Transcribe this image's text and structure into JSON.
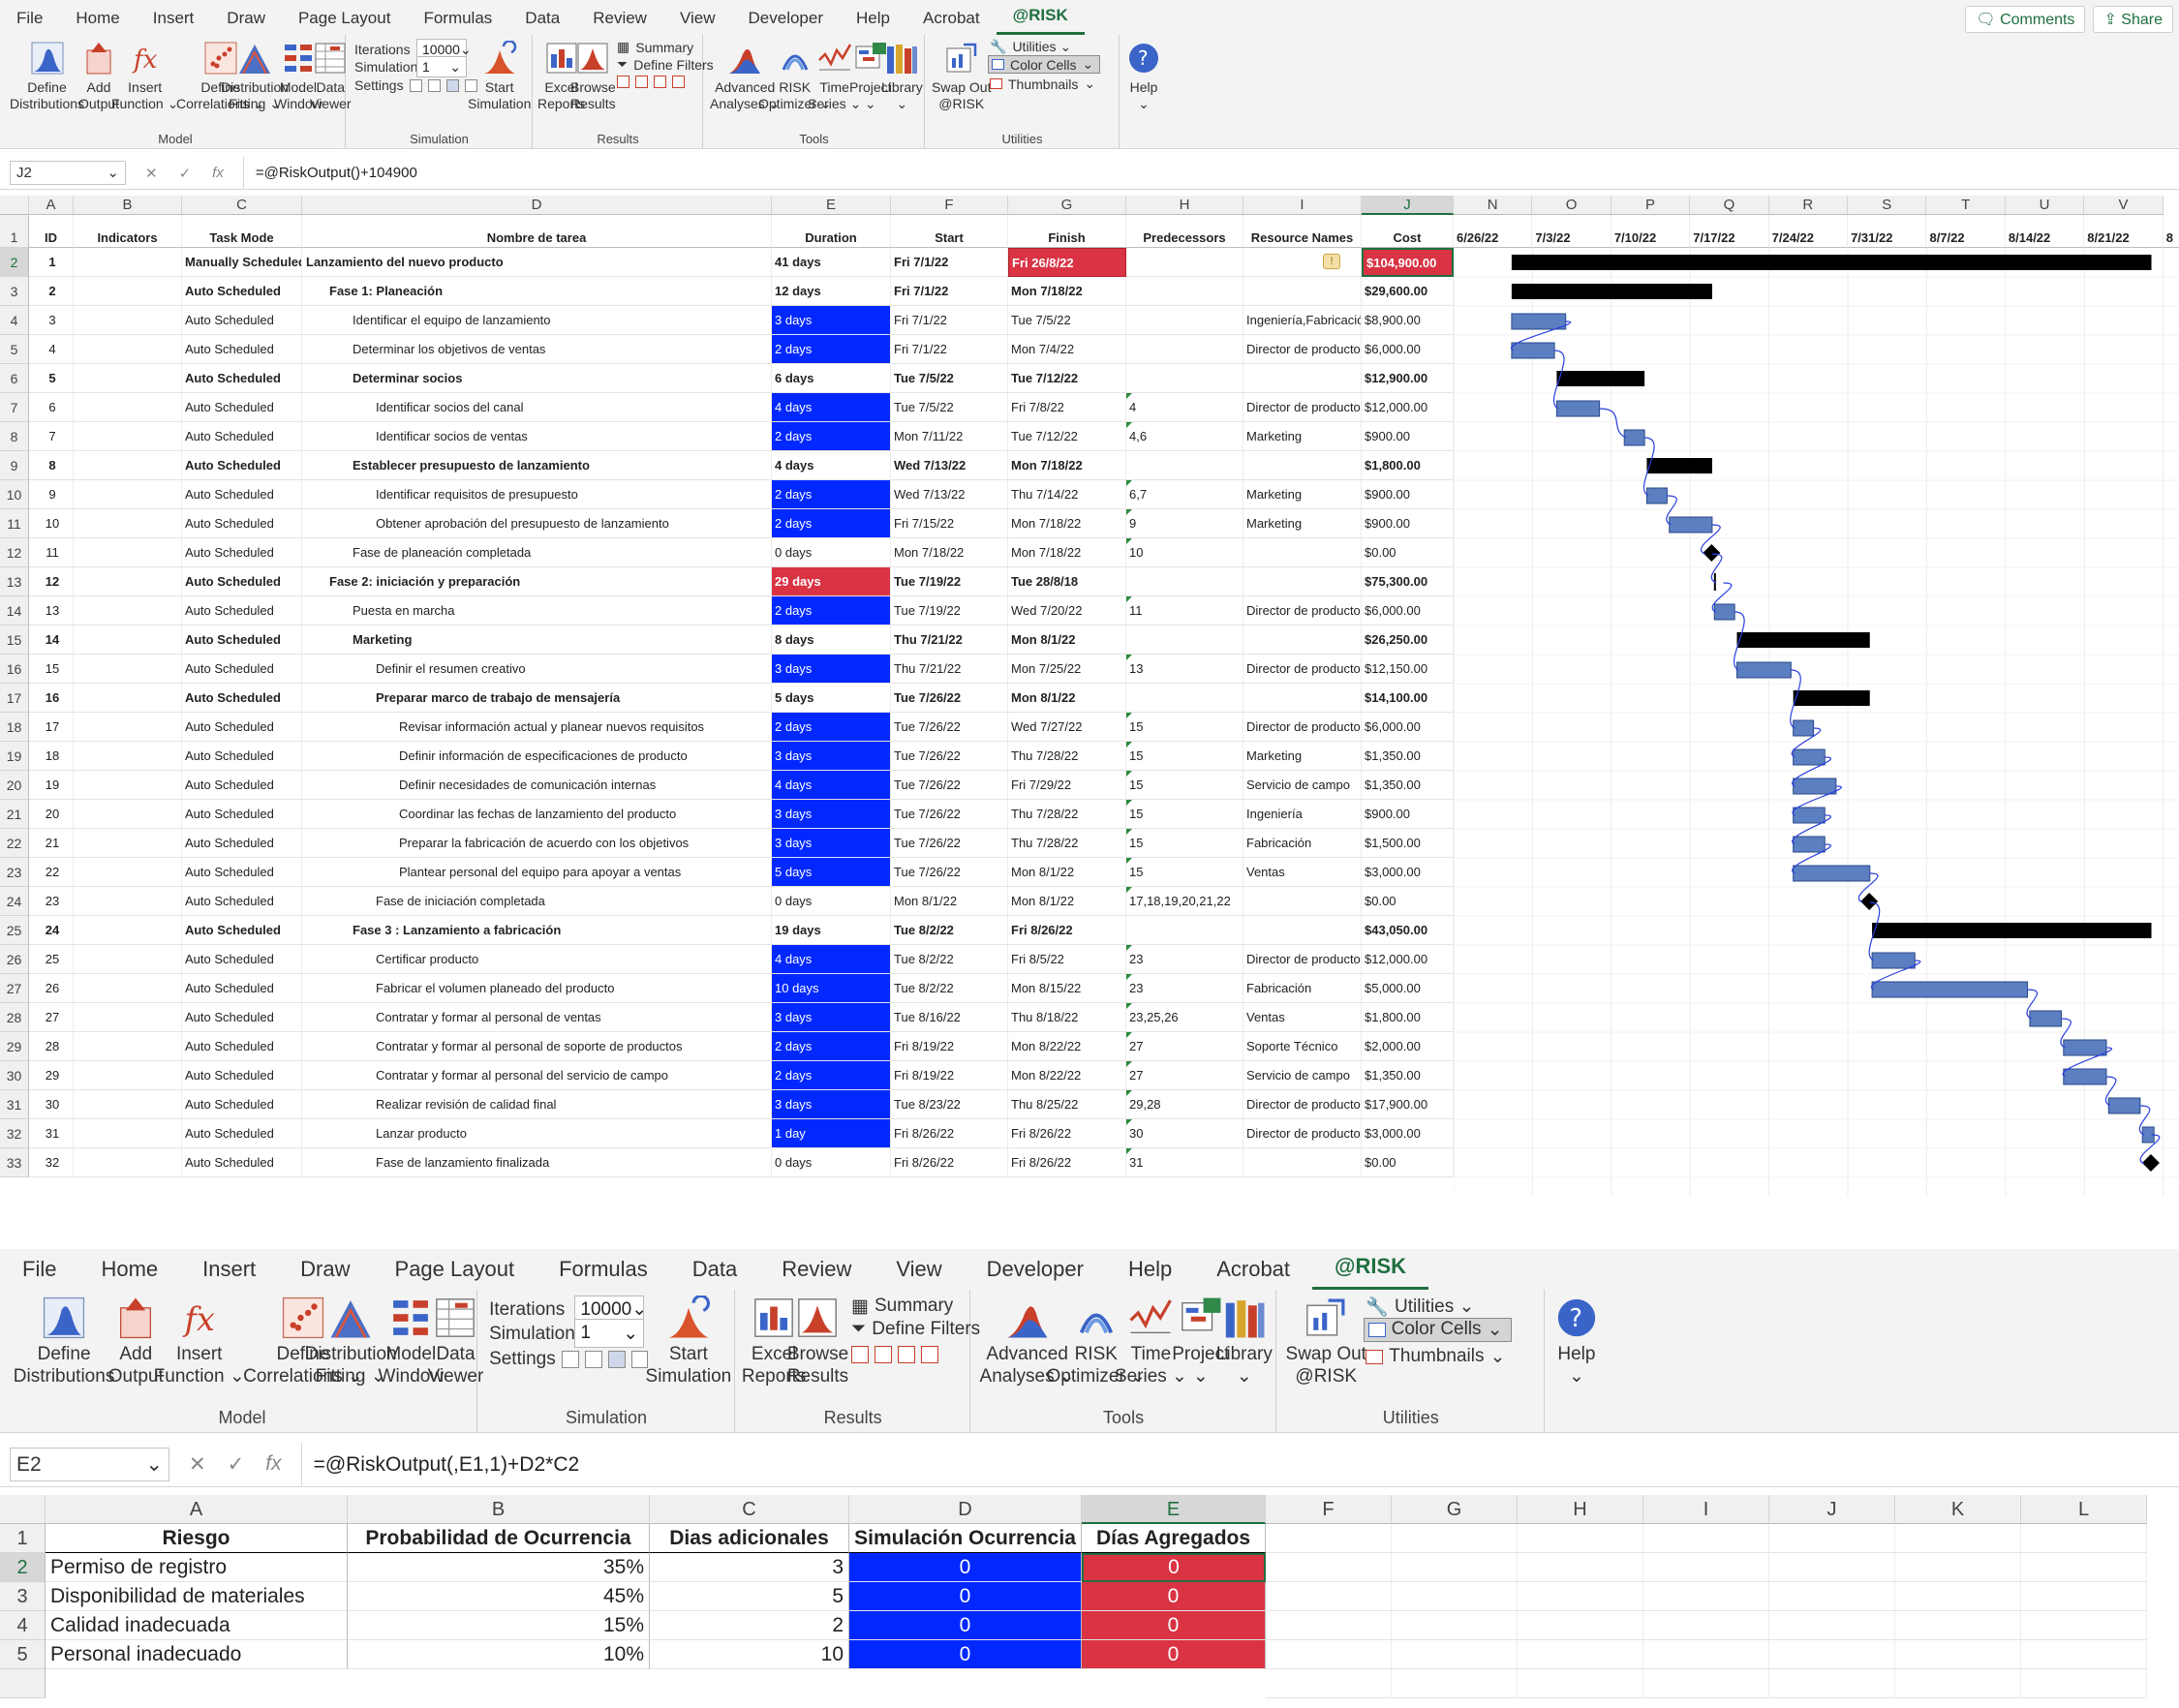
{
  "menu_tabs": [
    "File",
    "Home",
    "Insert",
    "Draw",
    "Page Layout",
    "Formulas",
    "Data",
    "Review",
    "View",
    "Developer",
    "Help",
    "Acrobat",
    "@RISK"
  ],
  "active_tab": "@RISK",
  "top_buttons": {
    "comments": "Comments",
    "share": "Share"
  },
  "ribbon": {
    "model": {
      "label": "Model",
      "define_distributions": [
        "Define",
        "Distributions"
      ],
      "add_output": [
        "Add",
        "Output"
      ],
      "insert_function": [
        "Insert",
        "Function ⌄"
      ],
      "define_correlations": [
        "Define",
        "Correlations ⌄"
      ],
      "distribution_fitting": [
        "Distribution",
        "Fitting ⌄"
      ],
      "model_window": [
        "Model",
        "Window"
      ],
      "data_viewer": [
        "Data",
        "Viewer"
      ]
    },
    "simulation": {
      "label": "Simulation",
      "iterations_label": "Iterations",
      "iterations_value": "10000",
      "simulations_label": "Simulations",
      "simulations_value": "1",
      "settings_label": "Settings",
      "start_simulation": [
        "Start",
        "Simulation"
      ]
    },
    "results": {
      "label": "Results",
      "excel_reports": [
        "Excel",
        "Reports"
      ],
      "browse_results": [
        "Browse",
        "Results"
      ],
      "summary": "Summary",
      "define_filters": "Define Filters"
    },
    "tools": {
      "label": "Tools",
      "advanced_analyses": [
        "Advanced",
        "Analyses ⌄"
      ],
      "risk_optimizer": [
        "RISK",
        "Optimizer ⌄"
      ],
      "time_series": [
        "Time",
        "Series ⌄"
      ],
      "project": [
        "Project",
        "⌄"
      ],
      "library": [
        "Library",
        "⌄"
      ]
    },
    "utilities": {
      "label": "Utilities",
      "swap_out": [
        "Swap Out",
        "@RISK"
      ],
      "utilities": "Utilities ⌄",
      "color_cells": "Color Cells",
      "thumbnails": "Thumbnails"
    },
    "help": {
      "label": [
        "Help",
        "⌄"
      ]
    },
    "colors": {
      "accent": "#1f6f3f",
      "blue": "#0028ff",
      "red": "#d93344"
    }
  },
  "sheet1": {
    "name_box": "J2",
    "formula": "=@RiskOutput()+104900",
    "column_letters": [
      "A",
      "B",
      "C",
      "D",
      "E",
      "F",
      "G",
      "H",
      "I",
      "J",
      "N",
      "O",
      "P",
      "Q",
      "R",
      "S",
      "T",
      "U",
      "V"
    ],
    "headers": [
      "ID",
      "Indicators",
      "Task Mode",
      "Nombre de tarea",
      "Duration",
      "Start",
      "Finish",
      "Predecessors",
      "Resource Names",
      "Cost"
    ],
    "gantt_dates": [
      "6/26/22",
      "7/3/22",
      "7/10/22",
      "7/17/22",
      "7/24/22",
      "7/31/22",
      "8/7/22",
      "8/14/22",
      "8/21/22",
      "8"
    ],
    "rows": [
      {
        "id": "1",
        "mode": "Manually Scheduled",
        "name": "Lanzamiento del nuevo producto",
        "indent": 0,
        "bold": true,
        "dur": "41 days",
        "start": "Fri 7/1/22",
        "finish": "Fri 26/8/22",
        "pred": "",
        "res": "",
        "cost": "$104,900.00",
        "dur_color": "",
        "finish_red": true,
        "cost_red": true
      },
      {
        "id": "2",
        "mode": "Auto Scheduled",
        "name": "Fase 1: Planeación",
        "indent": 1,
        "bold": true,
        "dur": "12 days",
        "start": "Fri 7/1/22",
        "finish": "Mon 7/18/22",
        "pred": "",
        "res": "",
        "cost": "$29,600.00",
        "dur_color": ""
      },
      {
        "id": "3",
        "mode": "Auto Scheduled",
        "name": "Identificar el equipo de lanzamiento",
        "indent": 2,
        "bold": false,
        "dur": "3 days",
        "start": "Fri 7/1/22",
        "finish": "Tue 7/5/22",
        "pred": "",
        "res": "Ingeniería,Fabricación",
        "cost": "$8,900.00",
        "dur_color": "blue"
      },
      {
        "id": "4",
        "mode": "Auto Scheduled",
        "name": "Determinar los objetivos de ventas",
        "indent": 2,
        "bold": false,
        "dur": "2 days",
        "start": "Fri 7/1/22",
        "finish": "Mon 7/4/22",
        "pred": "",
        "res": "Director de producto",
        "cost": "$6,000.00",
        "dur_color": "blue"
      },
      {
        "id": "5",
        "mode": "Auto Scheduled",
        "name": "Determinar socios",
        "indent": 2,
        "bold": true,
        "dur": "6 days",
        "start": "Tue 7/5/22",
        "finish": "Tue 7/12/22",
        "pred": "",
        "res": "",
        "cost": "$12,900.00",
        "dur_color": ""
      },
      {
        "id": "6",
        "mode": "Auto Scheduled",
        "name": "Identificar socios del canal",
        "indent": 3,
        "bold": false,
        "dur": "4 days",
        "start": "Tue 7/5/22",
        "finish": "Fri 7/8/22",
        "pred": "4",
        "res": "Director de producto",
        "cost": "$12,000.00",
        "dur_color": "blue"
      },
      {
        "id": "7",
        "mode": "Auto Scheduled",
        "name": "Identificar socios de ventas",
        "indent": 3,
        "bold": false,
        "dur": "2 days",
        "start": "Mon 7/11/22",
        "finish": "Tue 7/12/22",
        "pred": "4,6",
        "res": "Marketing",
        "cost": "$900.00",
        "dur_color": "blue"
      },
      {
        "id": "8",
        "mode": "Auto Scheduled",
        "name": "Establecer presupuesto de lanzamiento",
        "indent": 2,
        "bold": true,
        "dur": "4 days",
        "start": "Wed 7/13/22",
        "finish": "Mon 7/18/22",
        "pred": "",
        "res": "",
        "cost": "$1,800.00",
        "dur_color": ""
      },
      {
        "id": "9",
        "mode": "Auto Scheduled",
        "name": "Identificar requisitos de presupuesto",
        "indent": 3,
        "bold": false,
        "dur": "2 days",
        "start": "Wed 7/13/22",
        "finish": "Thu 7/14/22",
        "pred": "6,7",
        "res": "Marketing",
        "cost": "$900.00",
        "dur_color": "blue"
      },
      {
        "id": "10",
        "mode": "Auto Scheduled",
        "name": "Obtener aprobación del presupuesto de lanzamiento",
        "indent": 3,
        "bold": false,
        "dur": "2 days",
        "start": "Fri 7/15/22",
        "finish": "Mon 7/18/22",
        "pred": "9",
        "res": "Marketing",
        "cost": "$900.00",
        "dur_color": "blue"
      },
      {
        "id": "11",
        "mode": "Auto Scheduled",
        "name": "Fase de planeación completada",
        "indent": 2,
        "bold": false,
        "dur": "0 days",
        "start": "Mon 7/18/22",
        "finish": "Mon 7/18/22",
        "pred": "10",
        "res": "",
        "cost": "$0.00",
        "dur_color": ""
      },
      {
        "id": "12",
        "mode": "Auto Scheduled",
        "name": "Fase 2: iniciación y preparación",
        "indent": 1,
        "bold": true,
        "dur": "29 days",
        "start": "Tue 7/19/22",
        "finish": "Tue 28/8/18",
        "pred": "",
        "res": "",
        "cost": "$75,300.00",
        "dur_color": "red"
      },
      {
        "id": "13",
        "mode": "Auto Scheduled",
        "name": "Puesta en marcha",
        "indent": 2,
        "bold": false,
        "dur": "2 days",
        "start": "Tue 7/19/22",
        "finish": "Wed 7/20/22",
        "pred": "11",
        "res": "Director de producto",
        "cost": "$6,000.00",
        "dur_color": "blue"
      },
      {
        "id": "14",
        "mode": "Auto Scheduled",
        "name": "Marketing",
        "indent": 2,
        "bold": true,
        "dur": "8 days",
        "start": "Thu 7/21/22",
        "finish": "Mon 8/1/22",
        "pred": "",
        "res": "",
        "cost": "$26,250.00",
        "dur_color": ""
      },
      {
        "id": "15",
        "mode": "Auto Scheduled",
        "name": "Definir el resumen creativo",
        "indent": 3,
        "bold": false,
        "dur": "3 days",
        "start": "Thu 7/21/22",
        "finish": "Mon 7/25/22",
        "pred": "13",
        "res": "Director de producto",
        "cost": "$12,150.00",
        "dur_color": "blue"
      },
      {
        "id": "16",
        "mode": "Auto Scheduled",
        "name": "Preparar marco de trabajo de mensajería",
        "indent": 3,
        "bold": true,
        "dur": "5 days",
        "start": "Tue 7/26/22",
        "finish": "Mon 8/1/22",
        "pred": "",
        "res": "",
        "cost": "$14,100.00",
        "dur_color": ""
      },
      {
        "id": "17",
        "mode": "Auto Scheduled",
        "name": "Revisar información actual y planear nuevos requisitos",
        "indent": 4,
        "bold": false,
        "dur": "2 days",
        "start": "Tue 7/26/22",
        "finish": "Wed 7/27/22",
        "pred": "15",
        "res": "Director de producto",
        "cost": "$6,000.00",
        "dur_color": "blue"
      },
      {
        "id": "18",
        "mode": "Auto Scheduled",
        "name": "Definir información de especificaciones de producto",
        "indent": 4,
        "bold": false,
        "dur": "3 days",
        "start": "Tue 7/26/22",
        "finish": "Thu 7/28/22",
        "pred": "15",
        "res": "Marketing",
        "cost": "$1,350.00",
        "dur_color": "blue"
      },
      {
        "id": "19",
        "mode": "Auto Scheduled",
        "name": "Definir necesidades de comunicación internas",
        "indent": 4,
        "bold": false,
        "dur": "4 days",
        "start": "Tue 7/26/22",
        "finish": "Fri 7/29/22",
        "pred": "15",
        "res": "Servicio de campo",
        "cost": "$1,350.00",
        "dur_color": "blue"
      },
      {
        "id": "20",
        "mode": "Auto Scheduled",
        "name": "Coordinar las fechas de lanzamiento del producto",
        "indent": 4,
        "bold": false,
        "dur": "3 days",
        "start": "Tue 7/26/22",
        "finish": "Thu 7/28/22",
        "pred": "15",
        "res": "Ingeniería",
        "cost": "$900.00",
        "dur_color": "blue"
      },
      {
        "id": "21",
        "mode": "Auto Scheduled",
        "name": "Preparar la fabricación de acuerdo con los objetivos",
        "indent": 4,
        "bold": false,
        "dur": "3 days",
        "start": "Tue 7/26/22",
        "finish": "Thu 7/28/22",
        "pred": "15",
        "res": "Fabricación",
        "cost": "$1,500.00",
        "dur_color": "blue"
      },
      {
        "id": "22",
        "mode": "Auto Scheduled",
        "name": "Plantear personal del equipo para apoyar a ventas",
        "indent": 4,
        "bold": false,
        "dur": "5 days",
        "start": "Tue 7/26/22",
        "finish": "Mon 8/1/22",
        "pred": "15",
        "res": "Ventas",
        "cost": "$3,000.00",
        "dur_color": "blue"
      },
      {
        "id": "23",
        "mode": "Auto Scheduled",
        "name": "Fase de iniciación completada",
        "indent": 3,
        "bold": false,
        "dur": "0 days",
        "start": "Mon 8/1/22",
        "finish": "Mon 8/1/22",
        "pred": "17,18,19,20,21,22",
        "res": "",
        "cost": "$0.00",
        "dur_color": ""
      },
      {
        "id": "24",
        "mode": "Auto Scheduled",
        "name": "Fase 3 : Lanzamiento a fabricación",
        "indent": 2,
        "bold": true,
        "dur": "19 days",
        "start": "Tue 8/2/22",
        "finish": "Fri 8/26/22",
        "pred": "",
        "res": "",
        "cost": "$43,050.00",
        "dur_color": ""
      },
      {
        "id": "25",
        "mode": "Auto Scheduled",
        "name": "Certificar producto",
        "indent": 3,
        "bold": false,
        "dur": "4 days",
        "start": "Tue 8/2/22",
        "finish": "Fri 8/5/22",
        "pred": "23",
        "res": "Director de producto",
        "cost": "$12,000.00",
        "dur_color": "blue"
      },
      {
        "id": "26",
        "mode": "Auto Scheduled",
        "name": "Fabricar el volumen planeado del producto",
        "indent": 3,
        "bold": false,
        "dur": "10 days",
        "start": "Tue 8/2/22",
        "finish": "Mon 8/15/22",
        "pred": "23",
        "res": "Fabricación",
        "cost": "$5,000.00",
        "dur_color": "blue"
      },
      {
        "id": "27",
        "mode": "Auto Scheduled",
        "name": "Contratar y formar al personal de ventas",
        "indent": 3,
        "bold": false,
        "dur": "3 days",
        "start": "Tue 8/16/22",
        "finish": "Thu 8/18/22",
        "pred": "23,25,26",
        "res": "Ventas",
        "cost": "$1,800.00",
        "dur_color": "blue"
      },
      {
        "id": "28",
        "mode": "Auto Scheduled",
        "name": "Contratar y formar al personal de soporte de productos",
        "indent": 3,
        "bold": false,
        "dur": "2 days",
        "start": "Fri 8/19/22",
        "finish": "Mon 8/22/22",
        "pred": "27",
        "res": "Soporte Técnico",
        "cost": "$2,000.00",
        "dur_color": "blue"
      },
      {
        "id": "29",
        "mode": "Auto Scheduled",
        "name": "Contratar y formar al personal del servicio de campo",
        "indent": 3,
        "bold": false,
        "dur": "2 days",
        "start": "Fri 8/19/22",
        "finish": "Mon 8/22/22",
        "pred": "27",
        "res": "Servicio de campo",
        "cost": "$1,350.00",
        "dur_color": "blue"
      },
      {
        "id": "30",
        "mode": "Auto Scheduled",
        "name": "Realizar revisión de calidad final",
        "indent": 3,
        "bold": false,
        "dur": "3 days",
        "start": "Tue 8/23/22",
        "finish": "Thu 8/25/22",
        "pred": "29,28",
        "res": "Director de producto",
        "cost": "$17,900.00",
        "dur_color": "blue"
      },
      {
        "id": "31",
        "mode": "Auto Scheduled",
        "name": "Lanzar producto",
        "indent": 3,
        "bold": false,
        "dur": "1 day",
        "start": "Fri 8/26/22",
        "finish": "Fri 8/26/22",
        "pred": "30",
        "res": "Director de producto",
        "cost": "$3,000.00",
        "dur_color": "blue"
      },
      {
        "id": "32",
        "mode": "Auto Scheduled",
        "name": "Fase de lanzamiento finalizada",
        "indent": 3,
        "bold": false,
        "dur": "0 days",
        "start": "Fri 8/26/22",
        "finish": "Fri 8/26/22",
        "pred": "31",
        "res": "",
        "cost": "$0.00",
        "dur_color": ""
      }
    ],
    "gantt_bars": [
      {
        "row": 1,
        "type": "summary",
        "start": "2022-07-01",
        "end": "2022-08-26"
      },
      {
        "row": 2,
        "type": "summary",
        "start": "2022-07-01",
        "end": "2022-07-18"
      },
      {
        "row": 3,
        "type": "task",
        "start": "2022-07-01",
        "end": "2022-07-05"
      },
      {
        "row": 4,
        "type": "task",
        "start": "2022-07-01",
        "end": "2022-07-04"
      },
      {
        "row": 5,
        "type": "summary",
        "start": "2022-07-05",
        "end": "2022-07-12"
      },
      {
        "row": 6,
        "type": "task",
        "start": "2022-07-05",
        "end": "2022-07-08"
      },
      {
        "row": 7,
        "type": "task",
        "start": "2022-07-11",
        "end": "2022-07-12"
      },
      {
        "row": 8,
        "type": "summary",
        "start": "2022-07-13",
        "end": "2022-07-18"
      },
      {
        "row": 9,
        "type": "task",
        "start": "2022-07-13",
        "end": "2022-07-14"
      },
      {
        "row": 10,
        "type": "task",
        "start": "2022-07-15",
        "end": "2022-07-18"
      },
      {
        "row": 11,
        "type": "milestone",
        "start": "2022-07-18",
        "end": "2022-07-18"
      },
      {
        "row": 12,
        "type": "line",
        "start": "2022-07-19",
        "end": "2022-07-19"
      },
      {
        "row": 13,
        "type": "task",
        "start": "2022-07-19",
        "end": "2022-07-20"
      },
      {
        "row": 14,
        "type": "summary",
        "start": "2022-07-21",
        "end": "2022-08-01"
      },
      {
        "row": 15,
        "type": "task",
        "start": "2022-07-21",
        "end": "2022-07-25"
      },
      {
        "row": 16,
        "type": "summary",
        "start": "2022-07-26",
        "end": "2022-08-01"
      },
      {
        "row": 17,
        "type": "task",
        "start": "2022-07-26",
        "end": "2022-07-27"
      },
      {
        "row": 18,
        "type": "task",
        "start": "2022-07-26",
        "end": "2022-07-28"
      },
      {
        "row": 19,
        "type": "task",
        "start": "2022-07-26",
        "end": "2022-07-29"
      },
      {
        "row": 20,
        "type": "task",
        "start": "2022-07-26",
        "end": "2022-07-28"
      },
      {
        "row": 21,
        "type": "task",
        "start": "2022-07-26",
        "end": "2022-07-28"
      },
      {
        "row": 22,
        "type": "task",
        "start": "2022-07-26",
        "end": "2022-08-01"
      },
      {
        "row": 23,
        "type": "milestone",
        "start": "2022-08-01",
        "end": "2022-08-01"
      },
      {
        "row": 24,
        "type": "summary",
        "start": "2022-08-02",
        "end": "2022-08-26"
      },
      {
        "row": 25,
        "type": "task",
        "start": "2022-08-02",
        "end": "2022-08-05"
      },
      {
        "row": 26,
        "type": "task",
        "start": "2022-08-02",
        "end": "2022-08-15"
      },
      {
        "row": 27,
        "type": "task",
        "start": "2022-08-16",
        "end": "2022-08-18"
      },
      {
        "row": 28,
        "type": "task",
        "start": "2022-08-19",
        "end": "2022-08-22"
      },
      {
        "row": 29,
        "type": "task",
        "start": "2022-08-19",
        "end": "2022-08-22"
      },
      {
        "row": 30,
        "type": "task",
        "start": "2022-08-23",
        "end": "2022-08-25"
      },
      {
        "row": 31,
        "type": "task",
        "start": "2022-08-26",
        "end": "2022-08-26"
      },
      {
        "row": 32,
        "type": "milestone",
        "start": "2022-08-26",
        "end": "2022-08-26"
      }
    ]
  },
  "sheet2": {
    "name_box": "E2",
    "formula": "=@RiskOutput(,E1,1)+D2*C2",
    "column_letters": [
      "A",
      "B",
      "C",
      "D",
      "E",
      "F",
      "G",
      "H",
      "I",
      "J",
      "K",
      "L"
    ],
    "headers": [
      "Riesgo",
      "Probabilidad de Ocurrencia",
      "Dias adicionales",
      "Simulación Ocurrencia",
      "Días Agregados"
    ],
    "rows": [
      {
        "riesgo": "Permiso de registro",
        "prob": "35%",
        "dias": "3",
        "sim": "0",
        "agregados": "0"
      },
      {
        "riesgo": "Disponibilidad de materiales",
        "prob": "45%",
        "dias": "5",
        "sim": "0",
        "agregados": "0"
      },
      {
        "riesgo": "Calidad inadecuada",
        "prob": "15%",
        "dias": "2",
        "sim": "0",
        "agregados": "0"
      },
      {
        "riesgo": "Personal inadecuado",
        "prob": "10%",
        "dias": "10",
        "sim": "0",
        "agregados": "0"
      }
    ]
  }
}
